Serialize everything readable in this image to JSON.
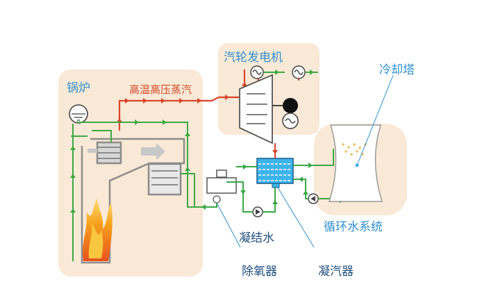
{
  "labels": {
    "boiler": "锅炉",
    "steam": "高温高压蒸汽",
    "turbine_generator": "汽轮发电机",
    "cooling_tower": "冷却塔",
    "condensate_water": "凝结水",
    "circulating_water_system": "循环水系统",
    "deaerator": "除氧器",
    "condenser": "凝汽器"
  },
  "colors": {
    "panel": "#f9e9d6",
    "steam_line": "#d9442b",
    "water_line": "#3aa845",
    "text_blue": "#2f8fcf",
    "text_dark": "#1f4f7f"
  }
}
